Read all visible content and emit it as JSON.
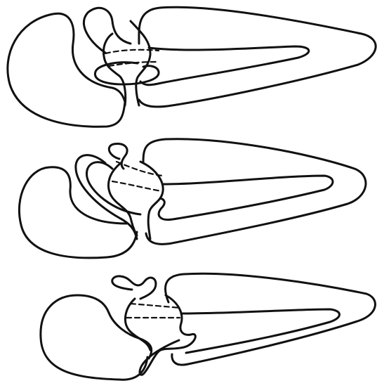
{
  "figure": {
    "background": "#ffffff",
    "line_color": "#111111",
    "panels": [
      {
        "name": "knot-diagram-1"
      },
      {
        "name": "knot-diagram-2"
      },
      {
        "name": "knot-diagram-3"
      }
    ]
  }
}
